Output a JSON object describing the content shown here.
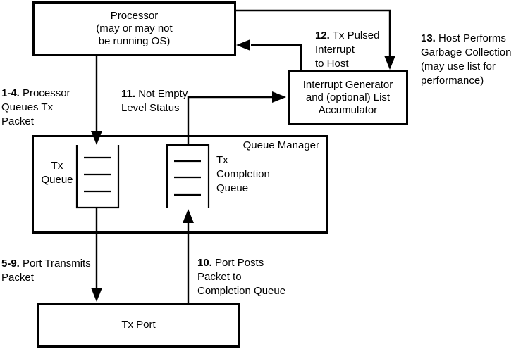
{
  "diagram": {
    "boxes": {
      "processor": {
        "label": "Processor\n(may or may not\nbe running OS)"
      },
      "interrupt_generator": {
        "label": "Interrupt Generator\nand (optional) List\nAccumulator"
      },
      "queue_manager": {
        "label": "Queue Manager"
      },
      "tx_port": {
        "label": "Tx Port"
      }
    },
    "queues": {
      "tx_queue": {
        "label": "Tx\nQueue"
      },
      "tx_completion_queue": {
        "label": "Tx\nCompletion\nQueue"
      }
    },
    "steps": {
      "s14": {
        "num": "1-4.",
        "text": " Processor\nQueues Tx\nPacket"
      },
      "s59": {
        "num": "5-9.",
        "text": " Port Transmits\nPacket"
      },
      "s10": {
        "num": "10.",
        "text": " Port Posts\nPacket to\nCompletion Queue"
      },
      "s11": {
        "num": "11.",
        "text": " Not Empty\nLevel Status"
      },
      "s12": {
        "num": "12.",
        "text": " Tx Pulsed\nInterrupt\nto Host"
      },
      "s13": {
        "num": "13.",
        "text": " Host Performs\nGarbage Collection\n(may use list for\nperformance)"
      }
    },
    "colors": {
      "line": "#000000",
      "background": "#ffffff"
    }
  }
}
